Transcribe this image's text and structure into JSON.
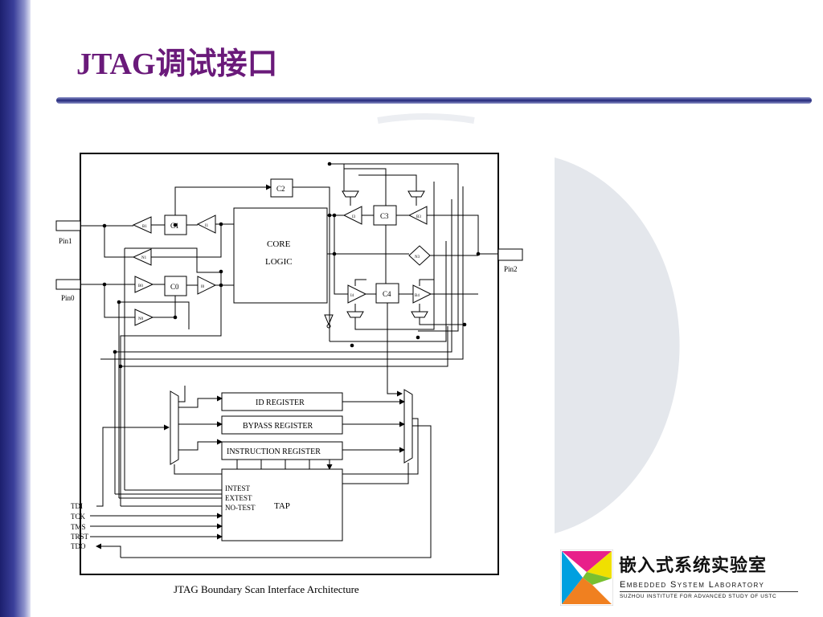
{
  "slide": {
    "title": "JTAG调试接口"
  },
  "diagram": {
    "pins": {
      "pin1": "Pin1",
      "pin0": "Pin0",
      "pin2": "Pin2"
    },
    "cells": {
      "c0": "C0",
      "c1": "C1",
      "c2": "C2",
      "c3": "C3",
      "c4": "C4"
    },
    "buffers": {
      "b1": "B1",
      "n1": "N1",
      "b0": "B0",
      "n0": "N0",
      "i1": "I1",
      "i0": "I0",
      "i3": "I3",
      "b3": "B3",
      "n3": "N3",
      "i4": "I4",
      "b4": "B4"
    },
    "core_line1": "CORE",
    "core_line2": "LOGIC",
    "registers": {
      "id": "ID REGISTER",
      "bypass": "BYPASS REGISTER",
      "instruction": "INSTRUCTION REGISTER"
    },
    "tap": {
      "label": "TAP",
      "intest": "INTEST",
      "extest": "EXTEST",
      "notest": "NO-TEST"
    },
    "signals": {
      "tdi": "TDI",
      "tck": "TCK",
      "tms": "TMS",
      "trst": "TRST",
      "tdo": "TDO"
    },
    "caption": "JTAG Boundary Scan Interface Architecture"
  },
  "logo": {
    "name_cn": "嵌入式系统实验室",
    "name_en": "Embedded System Laboratory",
    "subtitle": "SUZHOU INSTITUTE FOR ADVANCED STUDY OF USTC",
    "colors": [
      "#e8208a",
      "#00a0e0",
      "#f0e000",
      "#78c030",
      "#f08020"
    ]
  }
}
